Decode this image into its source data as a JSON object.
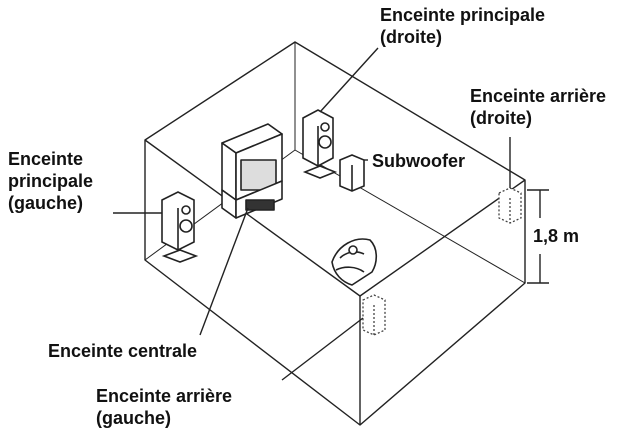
{
  "labels": {
    "front_right": {
      "line1": "Enceinte principale",
      "line2": "(droite)"
    },
    "rear_right": {
      "line1": "Enceinte arrière",
      "line2": "(droite)"
    },
    "front_left": {
      "line1": "Enceinte",
      "line2": "principale",
      "line3": "(gauche)"
    },
    "subwoofer": {
      "line1": "Subwoofer"
    },
    "height": {
      "line1": "1,8 m"
    },
    "center": {
      "line1": "Enceinte centrale"
    },
    "rear_left": {
      "line1": "Enceinte arrière",
      "line2": "(gauche)"
    }
  },
  "colors": {
    "line": "#222222",
    "fill_speaker": "#ffffff",
    "dotted": "#444444"
  }
}
